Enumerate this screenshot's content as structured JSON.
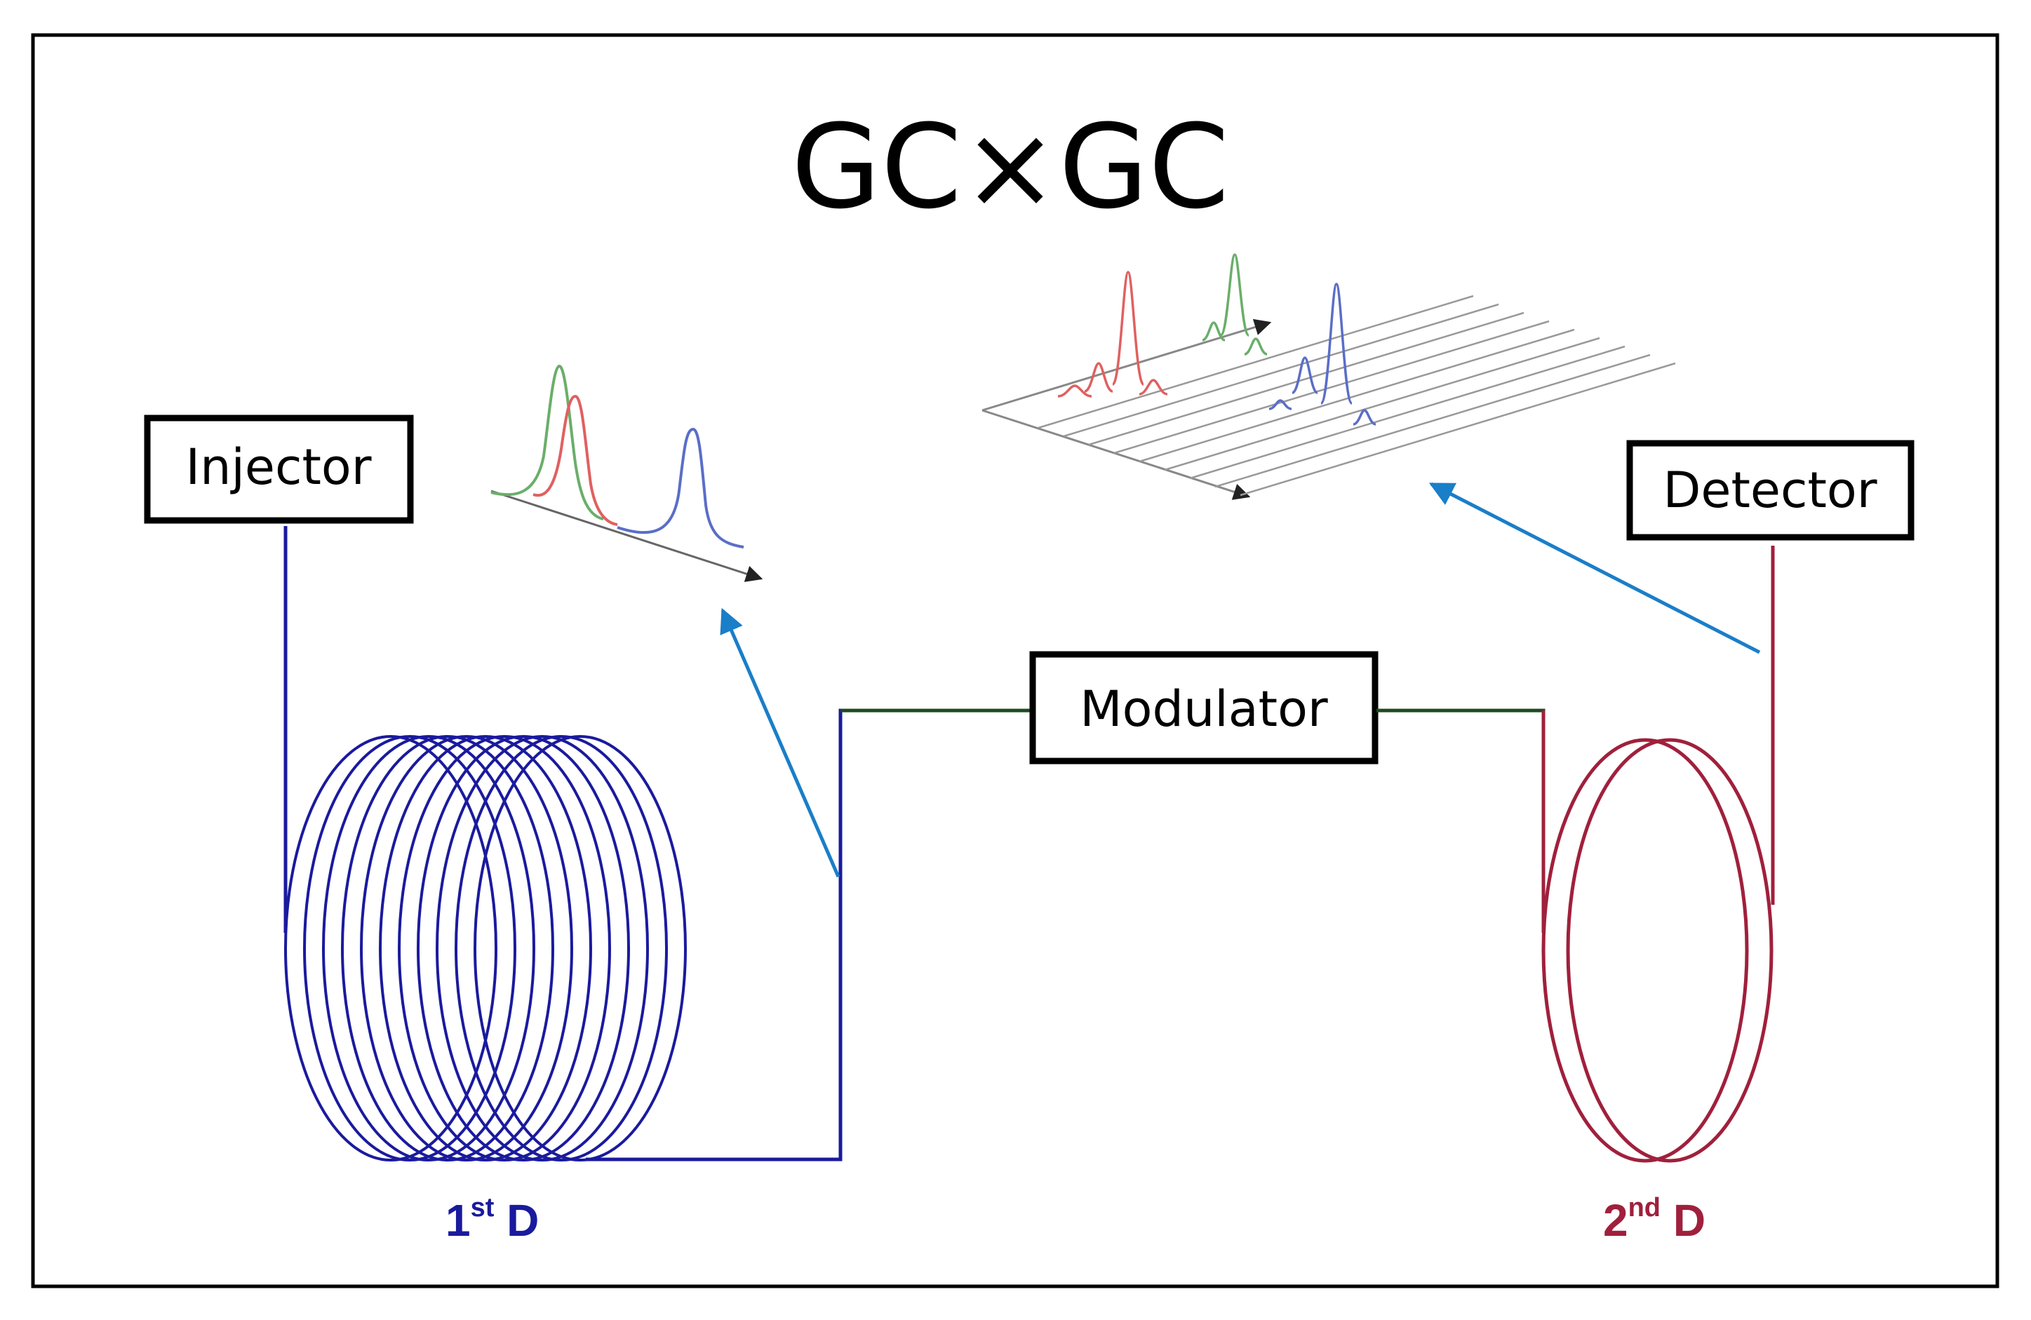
{
  "title": "GC×GC",
  "boxes": {
    "injector": "Injector",
    "modulator": "Modulator",
    "detector": "Detector"
  },
  "dimensions": {
    "first": {
      "base": "1",
      "sup": "st",
      "letter": " D"
    },
    "second": {
      "base": "2",
      "sup": "nd",
      "letter": " D"
    }
  },
  "colors": {
    "first_column": "#1a1a9e",
    "second_column": "#a0203c",
    "transfer_line": "#1e4a1e",
    "arrows": "#1a7ec8",
    "peak_red": "#e06060",
    "peak_green": "#6aae6a",
    "peak_blue": "#5a6ec8",
    "frame": "#000000"
  },
  "icons": [
    "arrow-icon",
    "chromatogram-1d-icon",
    "chromatogram-2d-icon"
  ]
}
